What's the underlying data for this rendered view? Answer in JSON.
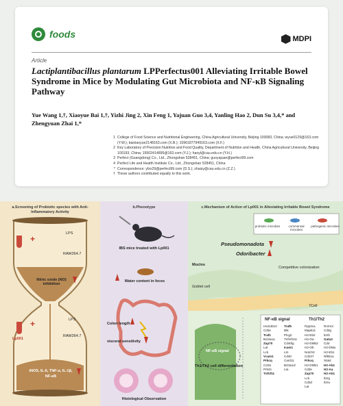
{
  "journal": {
    "name": "foods",
    "publisher": "MDPI",
    "brand_color": "#2f8a3b"
  },
  "article": {
    "type": "Article",
    "title_italic": "Lactiplantibacillus plantarum",
    "title_rest": " LPPerfectus001 Alleviating Irritable Bowel Syndrome in Mice by Modulating Gut Microbiota and NF-κB Signaling Pathway",
    "authors": "Yue Wang 1,†, Xiaoyue Bai 1,†, Yizhi Jing 2, Xin Feng 1, Yajuan Guo 3,4, Yanling Hao 2, Dun Su 3,4,* and Zhengyuan Zhai 1,*",
    "affiliations": [
      {
        "num": "1",
        "text": "College of Food Science and Nutritional Engineering, China Agricultural University, Beijing 100083, China; wyue0129@163.com (Y.W.); baixiaoyue2148163.com (X.B.); 15961877949163.com (X.F.)"
      },
      {
        "num": "2",
        "text": "Key Laboratory of Precision Nutrition and Food Quality, Department of Nutrition and Health, China Agricultural University, Beijing 100193, China; 15502414895@163.com (Y.J.); haoyl@cau.edu.cn (Y.H.)"
      },
      {
        "num": "3",
        "text": "Perfect (Guangdong) Co., Ltd., Zhongshan 528451, China; guoyajuan@perfect99.com"
      },
      {
        "num": "4",
        "text": "Perfect Life and Health Institute Co., Ltd., Zhongshan 528451, China"
      },
      {
        "num": "*",
        "text": "Correspondence: yfzx29@perfect99.com (D.S.); zhaizy@cau.edu.cn (Z.Z.)"
      },
      {
        "num": "†",
        "text": "These authors contributed equally to this work."
      }
    ]
  },
  "abstract": {
    "panel_a": {
      "title": "a.Screening of Probiotic species with Anti-Inflammatory Activity",
      "lps_top": "LPS",
      "cell_top": "RAW264.7",
      "no_label": "Nitric oxide (NO) inhibition",
      "lp001": "Lp001",
      "lps_bottom": "LPS",
      "cell_bottom": "RAW264.7",
      "markers": "iNOS, IL-6, TNF-α, IL-1β, NF-κB"
    },
    "panel_b": {
      "title": "b.Phenotype",
      "ibs": "IBS mice treated with Lp001",
      "water": "Water content in feces",
      "colon": "Colon length",
      "visceral": "visceral sensitivity",
      "histo": "Histological Observation"
    },
    "panel_c": {
      "title": "c.Mechanism of Action of Lp001 in Alleviating Irritable Bowel Syndrome",
      "legend": [
        "probiotic microbes",
        "commensal microbes",
        "pathogenic microbes"
      ],
      "pseudo": "Pseudomonadota",
      "odori": "Odoribacter",
      "mucins": "Mucins",
      "goblet": "Goblet cell",
      "competitive": "Competitive colonization",
      "fcell": "7Cell",
      "nfkb_signal": "NF-κB signal",
      "th_diff": "Th1/Th2 cell differentiation",
      "nfkb_head": "NF-κB signal",
      "th_head": "Th1/Th2",
      "nfkb_col1": [
        "Hs41tb10",
        "Cd3e",
        "Traf1",
        "Bcl2a1a",
        "Zap70",
        "Lat",
        "Lck",
        "Vcam1",
        "Prkcq",
        "Cd19",
        "Prkcb",
        "Tnfsf11"
      ],
      "nfkb_col2": [
        "Traf5",
        "Btk",
        "Plcg2",
        "Tnfrsf13c",
        "Cd40lg",
        "Icam1",
        "Ltn",
        "Cd40",
        "Card11",
        "Bcl2a1d",
        "Lta"
      ],
      "th_col1": [
        "Ppp3ca",
        "Mapk11",
        "H2-Eb2",
        "H2-Oa",
        "H2-DMb2",
        "H2-Ob",
        "Notch3",
        "Cd247",
        "Prkcq",
        "H2-DMb1",
        "Cd3e",
        "Zap70",
        "Lck",
        "Cd3d",
        "Lat"
      ],
      "th_col2": [
        "Rnrm3",
        "Cd3g",
        "Il2rb",
        "Gata3",
        "Cd4",
        "H2-DMa",
        "H2-Eb1",
        "Nfkb1a",
        "Stat4",
        "H2-Ab1",
        "H2-Aa",
        "H2-Ab1",
        "Il2rg",
        "Il2ra"
      ]
    }
  }
}
